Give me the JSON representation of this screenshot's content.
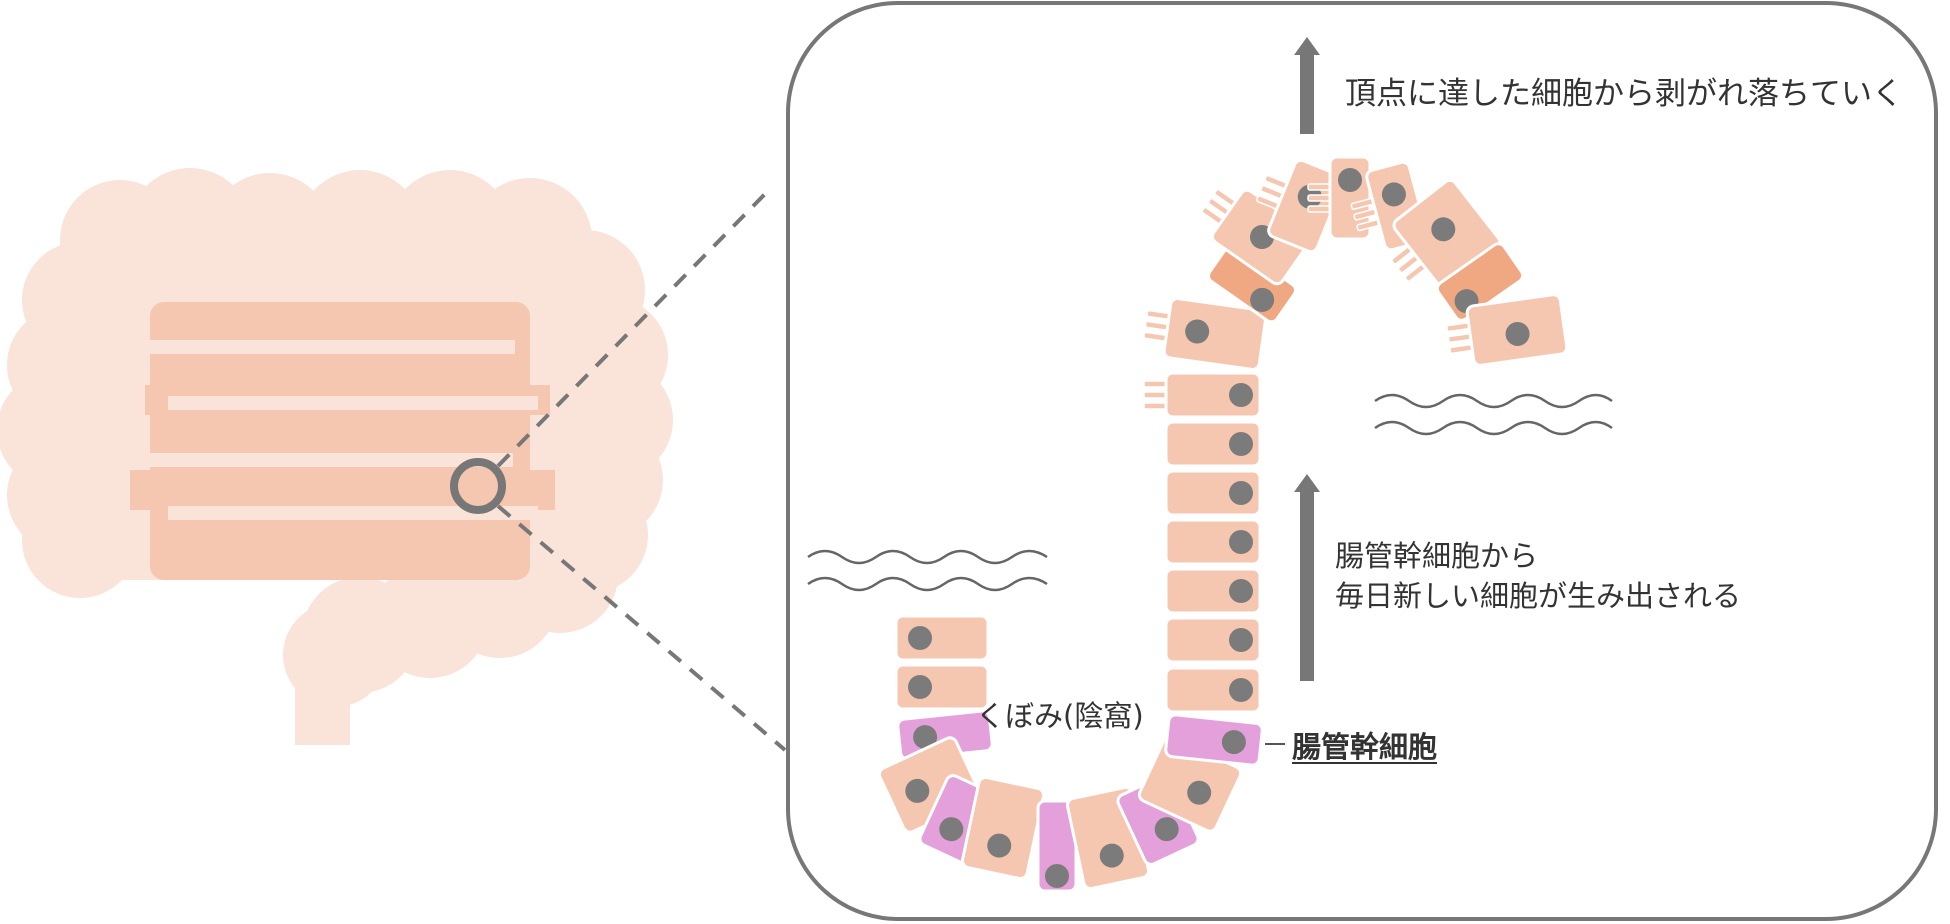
{
  "labels": {
    "shedding": "頂点に達した細胞から剥がれ落ちていく",
    "renewal_line1": "腸管幹細胞から",
    "renewal_line2": "毎日新しい細胞が生み出される",
    "crypt": "くぼみ(陰窩)",
    "stem_cell": "腸管幹細胞"
  },
  "colors": {
    "intestine_outer": "#fae3d8",
    "intestine_inner": "#f6c7b0",
    "cell": "#f6c7b0",
    "cell_dark": "#f0a882",
    "stem_cell": "#e3a0da",
    "nucleus": "#7b7b7b",
    "frame": "#777777",
    "arrow": "#777777",
    "wave": "#666666"
  },
  "icons": {
    "zoom_marker": "circle-lens-icon",
    "arrow_up": "arrow-up-icon",
    "wave": "wave-icon"
  }
}
